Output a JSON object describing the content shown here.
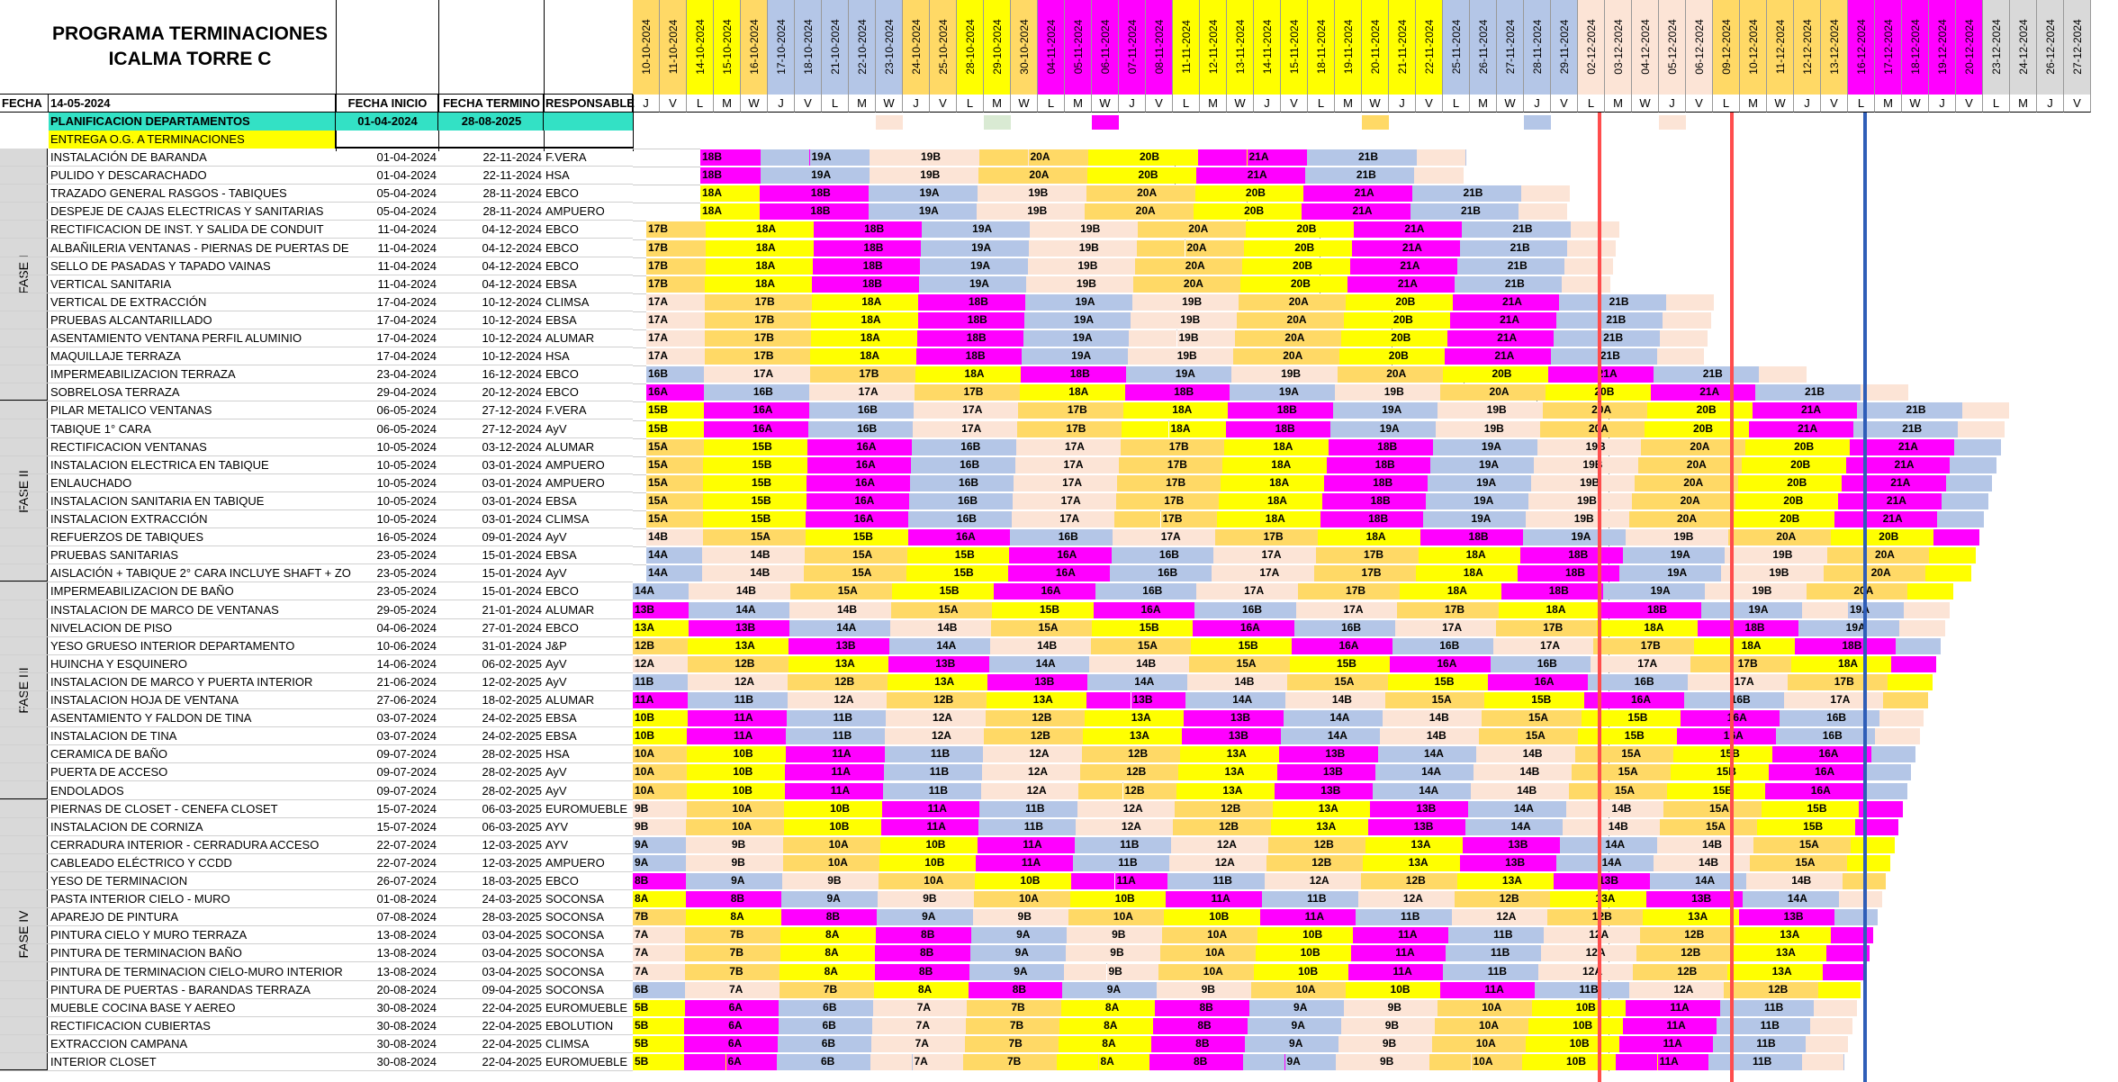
{
  "title1": "PROGRAMA TERMINACIONES",
  "title2": "ICALMA TORRE C",
  "columns": {
    "fecha": "FECHA",
    "date": "14-05-2024",
    "inicio": "FECHA INICIO",
    "termino": "FECHA TERMINO",
    "responsable": "RESPONSABLE"
  },
  "planning": {
    "label": "PLANIFICACION DEPARTAMENTOS",
    "start": "01-04-2024",
    "end": "28-08-2025"
  },
  "entrega": "ENTREGA O.G. A TERMINACIONES",
  "phases": [
    "FASE I",
    "FASE II",
    "FASE III",
    "FASE IV"
  ],
  "tasks": [
    [
      "INSTALACIÓN DE BARANDA",
      "01-04-2024",
      "22-11-2024",
      "F.VERA"
    ],
    [
      "PULIDO Y DESCARACHADO",
      "01-04-2024",
      "22-11-2024",
      "HSA"
    ],
    [
      "TRAZADO GENERAL RASGOS - TABIQUES",
      "05-04-2024",
      "28-11-2024",
      "EBCO"
    ],
    [
      "DESPEJE DE CAJAS ELECTRICAS Y SANITARIAS",
      "05-04-2024",
      "28-11-2024",
      "AMPUERO"
    ],
    [
      "RECTIFICACION DE INST. Y SALIDA DE CONDUIT",
      "11-04-2024",
      "04-12-2024",
      "EBCO"
    ],
    [
      "ALBAÑILERIA VENTANAS - PIERNAS DE PUERTAS DE",
      "11-04-2024",
      "04-12-2024",
      "EBCO"
    ],
    [
      "SELLO DE PASADAS Y TAPADO VAINAS",
      "11-04-2024",
      "04-12-2024",
      "EBCO"
    ],
    [
      "VERTICAL SANITARIA",
      "11-04-2024",
      "04-12-2024",
      "EBSA"
    ],
    [
      "VERTICAL DE EXTRACCIÓN",
      "17-04-2024",
      "10-12-2024",
      "CLIMSA"
    ],
    [
      "PRUEBAS ALCANTARILLADO",
      "17-04-2024",
      "10-12-2024",
      "EBSA"
    ],
    [
      "ASENTAMIENTO VENTANA PERFIL ALUMINIO",
      "17-04-2024",
      "10-12-2024",
      "ALUMAR"
    ],
    [
      "MAQUILLAJE TERRAZA",
      "17-04-2024",
      "10-12-2024",
      "HSA"
    ],
    [
      "IMPERMEABILIZACION TERRAZA",
      "23-04-2024",
      "16-12-2024",
      "EBCO"
    ],
    [
      "SOBRELOSA TERRAZA",
      "29-04-2024",
      "20-12-2024",
      "EBCO"
    ],
    [
      "PILAR METALICO VENTANAS",
      "06-05-2024",
      "27-12-2024",
      "F.VERA"
    ],
    [
      "TABIQUE 1° CARA",
      "06-05-2024",
      "27-12-2024",
      "AyV"
    ],
    [
      "RECTIFICACION VENTANAS",
      "10-05-2024",
      "03-12-2024",
      "ALUMAR"
    ],
    [
      "INSTALACION ELECTRICA EN TABIQUE",
      "10-05-2024",
      "03-01-2024",
      "AMPUERO"
    ],
    [
      "ENLAUCHADO",
      "10-05-2024",
      "03-01-2024",
      "AMPUERO"
    ],
    [
      "INSTALACION SANITARIA EN TABIQUE",
      "10-05-2024",
      "03-01-2024",
      "EBSA"
    ],
    [
      "INSTALACION EXTRACCIÓN",
      "10-05-2024",
      "03-01-2024",
      "CLIMSA"
    ],
    [
      "REFUERZOS DE TABIQUES",
      "16-05-2024",
      "09-01-2024",
      "AyV"
    ],
    [
      "PRUEBAS SANITARIAS",
      "23-05-2024",
      "15-01-2024",
      "EBSA"
    ],
    [
      "AISLACIÓN + TABIQUE 2° CARA INCLUYE SHAFT + ZO",
      "23-05-2024",
      "15-01-2024",
      "AyV"
    ],
    [
      "IMPERMEABILIZACION DE BAÑO",
      "23-05-2024",
      "15-01-2024",
      "EBCO"
    ],
    [
      "INSTALACION DE MARCO DE VENTANAS",
      "29-05-2024",
      "21-01-2024",
      "ALUMAR"
    ],
    [
      "NIVELACION DE PISO",
      "04-06-2024",
      "27-01-2024",
      "EBCO"
    ],
    [
      "YESO GRUESO INTERIOR DEPARTAMENTO",
      "10-06-2024",
      "31-01-2024",
      "J&P"
    ],
    [
      "HUINCHA Y ESQUINERO",
      "14-06-2024",
      "06-02-2025",
      "AyV"
    ],
    [
      "INSTALACION DE MARCO Y PUERTA INTERIOR",
      "21-06-2024",
      "12-02-2025",
      "AyV"
    ],
    [
      "INSTALACION HOJA DE VENTANA",
      "27-06-2024",
      "18-02-2025",
      "ALUMAR"
    ],
    [
      "ASENTAMIENTO Y FALDON DE TINA",
      "03-07-2024",
      "24-02-2025",
      "EBSA"
    ],
    [
      "INSTALACION DE TINA",
      "03-07-2024",
      "24-02-2025",
      "EBSA"
    ],
    [
      "CERAMICA DE BAÑO",
      "09-07-2024",
      "28-02-2025",
      "HSA"
    ],
    [
      "PUERTA DE ACCESO",
      "09-07-2024",
      "28-02-2025",
      "AyV"
    ],
    [
      "ENDOLADOS",
      "09-07-2024",
      "28-02-2025",
      "AyV"
    ],
    [
      "PIERNAS DE CLOSET - CENEFA CLOSET",
      "15-07-2024",
      "06-03-2025",
      "EUROMUEBLE"
    ],
    [
      "INSTALACION DE CORNIZA",
      "15-07-2024",
      "06-03-2025",
      "AYV"
    ],
    [
      "CERRADURA INTERIOR - CERRADURA ACCESO",
      "22-07-2024",
      "12-03-2025",
      "AYV"
    ],
    [
      "CABLEADO ELÉCTRICO Y CCDD",
      "22-07-2024",
      "12-03-2025",
      "AMPUERO"
    ],
    [
      "YESO DE TERMINACION",
      "26-07-2024",
      "18-03-2025",
      "EBCO"
    ],
    [
      "PASTA INTERIOR CIELO - MURO",
      "01-08-2024",
      "24-03-2025",
      "SOCONSA"
    ],
    [
      "APAREJO DE PINTURA",
      "07-08-2024",
      "28-03-2025",
      "SOCONSA"
    ],
    [
      "PINTURA CIELO Y MURO TERRAZA",
      "13-08-2024",
      "03-04-2025",
      "SOCONSA"
    ],
    [
      "PINTURA DE TERMINACION BAÑO",
      "13-08-2024",
      "03-04-2025",
      "SOCONSA"
    ],
    [
      "PINTURA DE TERMINACION CIELO-MURO INTERIOR",
      "13-08-2024",
      "03-04-2025",
      "SOCONSA"
    ],
    [
      "PINTURA DE PUERTAS - BARANDAS TERRAZA",
      "20-08-2024",
      "09-04-2025",
      "SOCONSA"
    ],
    [
      "MUEBLE COCINA BASE Y AEREO",
      "30-08-2024",
      "22-04-2025",
      "EUROMUEBLE"
    ],
    [
      "RECTIFICACION CUBIERTAS",
      "30-08-2024",
      "22-04-2025",
      "EBOLUTION"
    ],
    [
      "EXTRACCION CAMPANA",
      "30-08-2024",
      "22-04-2025",
      "CLIMSA"
    ],
    [
      "INTERIOR CLOSET",
      "30-08-2024",
      "22-04-2025",
      "EUROMUEBLE"
    ]
  ],
  "dates": [
    "10-10-2024",
    "11-10-2024",
    "14-10-2024",
    "15-10-2024",
    "16-10-2024",
    "17-10-2024",
    "18-10-2024",
    "21-10-2024",
    "22-10-2024",
    "23-10-2024",
    "24-10-2024",
    "25-10-2024",
    "28-10-2024",
    "29-10-2024",
    "30-10-2024",
    "04-11-2024",
    "05-11-2024",
    "06-11-2024",
    "07-11-2024",
    "08-11-2024",
    "11-11-2024",
    "12-11-2024",
    "13-11-2024",
    "14-11-2024",
    "15-11-2024",
    "18-11-2024",
    "19-11-2024",
    "20-11-2024",
    "21-11-2024",
    "22-11-2024",
    "25-11-2024",
    "26-11-2024",
    "27-11-2024",
    "28-11-2024",
    "29-11-2024",
    "02-12-2024",
    "03-12-2024",
    "04-12-2024",
    "05-12-2024",
    "06-12-2024",
    "09-12-2024",
    "10-12-2024",
    "11-12-2024",
    "12-12-2024",
    "13-12-2024",
    "16-12-2024",
    "17-12-2024",
    "18-12-2024",
    "19-12-2024",
    "20-12-2024",
    "23-12-2024",
    "24-12-2024",
    "26-12-2024",
    "27-12-2024"
  ],
  "weekdays": [
    "J",
    "V",
    "L",
    "M",
    "W",
    "J",
    "V",
    "L",
    "M",
    "W",
    "J",
    "V",
    "L",
    "M",
    "W",
    "L",
    "M",
    "W",
    "J",
    "V",
    "L",
    "M",
    "W",
    "J",
    "V",
    "L",
    "M",
    "W",
    "J",
    "V",
    "L",
    "M",
    "W",
    "J",
    "V",
    "L",
    "M",
    "W",
    "J",
    "V",
    "L",
    "M",
    "W",
    "J",
    "V",
    "L",
    "M",
    "W",
    "J",
    "V",
    "L",
    "M",
    "J",
    "V"
  ],
  "units": [
    [
      "18B",
      "19A",
      "19B",
      "20A",
      "20B",
      "21A",
      "21B"
    ],
    [
      "18B",
      "19A",
      "19B",
      "20A",
      "20B",
      "21A",
      "21B"
    ],
    [
      "18A",
      "18B",
      "19A",
      "19B",
      "20A",
      "20B",
      "21A",
      "21B"
    ],
    [
      "18A",
      "18B",
      "19A",
      "19B",
      "20A",
      "20B",
      "21A",
      "21B"
    ],
    [
      "17B",
      "18A",
      "18B",
      "19A",
      "19B",
      "20A",
      "20B",
      "21A",
      "21B"
    ],
    [
      "17B",
      "18A",
      "18B",
      "19A",
      "19B",
      "20A",
      "20B",
      "21A",
      "21B"
    ],
    [
      "17B",
      "18A",
      "18B",
      "19A",
      "19B",
      "20A",
      "20B",
      "21A",
      "21B"
    ],
    [
      "17B",
      "18A",
      "18B",
      "19A",
      "19B",
      "20A",
      "20B",
      "21A",
      "21B"
    ],
    [
      "17A",
      "17B",
      "18A",
      "18B",
      "19A",
      "19B",
      "20A",
      "20B",
      "21A",
      "21B"
    ],
    [
      "17A",
      "17B",
      "18A",
      "18B",
      "19A",
      "19B",
      "20A",
      "20B",
      "21A",
      "21B"
    ],
    [
      "17A",
      "17B",
      "18A",
      "18B",
      "19A",
      "19B",
      "20A",
      "20B",
      "21A",
      "21B"
    ],
    [
      "17A",
      "17B",
      "18A",
      "18B",
      "19A",
      "19B",
      "20A",
      "20B",
      "21A",
      "21B"
    ],
    [
      "16B",
      "17A",
      "17B",
      "18A",
      "18B",
      "19A",
      "19B",
      "20A",
      "20B",
      "21A",
      "21B"
    ],
    [
      "16A",
      "16B",
      "17A",
      "17B",
      "18A",
      "18B",
      "19A",
      "19B",
      "20A",
      "20B",
      "21A",
      "21B"
    ],
    [
      "15B",
      "16A",
      "16B",
      "17A",
      "17B",
      "18A",
      "18B",
      "19A",
      "19B",
      "20A",
      "20B",
      "21A",
      "21B"
    ],
    [
      "15B",
      "16A",
      "16B",
      "17A",
      "17B",
      "18A",
      "18B",
      "19A",
      "19B",
      "20A",
      "20B",
      "21A",
      "21B"
    ],
    [
      "15A",
      "15B",
      "16A",
      "16B",
      "17A",
      "17B",
      "18A",
      "18B",
      "19A",
      "19B",
      "20A",
      "20B",
      "21A"
    ],
    [
      "15A",
      "15B",
      "16A",
      "16B",
      "17A",
      "17B",
      "18A",
      "18B",
      "19A",
      "19B",
      "20A",
      "20B",
      "21A"
    ],
    [
      "15A",
      "15B",
      "16A",
      "16B",
      "17A",
      "17B",
      "18A",
      "18B",
      "19A",
      "19B",
      "20A",
      "20B",
      "21A"
    ],
    [
      "15A",
      "15B",
      "16A",
      "16B",
      "17A",
      "17B",
      "18A",
      "18B",
      "19A",
      "19B",
      "20A",
      "20B",
      "21A"
    ],
    [
      "15A",
      "15B",
      "16A",
      "16B",
      "17A",
      "17B",
      "18A",
      "18B",
      "19A",
      "19B",
      "20A",
      "20B",
      "21A"
    ],
    [
      "14B",
      "15A",
      "15B",
      "16A",
      "16B",
      "17A",
      "17B",
      "18A",
      "18B",
      "19A",
      "19B",
      "20A",
      "20B"
    ],
    [
      "14A",
      "14B",
      "15A",
      "15B",
      "16A",
      "16B",
      "17A",
      "17B",
      "18A",
      "18B",
      "19A",
      "19B",
      "20A"
    ],
    [
      "14A",
      "14B",
      "15A",
      "15B",
      "16A",
      "16B",
      "17A",
      "17B",
      "18A",
      "18B",
      "19A",
      "19B",
      "20A"
    ],
    [
      "14A",
      "14B",
      "15A",
      "15B",
      "16A",
      "16B",
      "17A",
      "17B",
      "18A",
      "18B",
      "19A",
      "19B",
      "20A"
    ],
    [
      "13B",
      "14A",
      "14B",
      "15A",
      "15B",
      "16A",
      "16B",
      "17A",
      "17B",
      "18A",
      "18B",
      "19A",
      "19A"
    ],
    [
      "13A",
      "13B",
      "14A",
      "14B",
      "15A",
      "15B",
      "16A",
      "16B",
      "17A",
      "17B",
      "18A",
      "18B",
      "19A"
    ],
    [
      "12B",
      "13A",
      "13B",
      "14A",
      "14B",
      "15A",
      "15B",
      "16A",
      "16B",
      "17A",
      "17B",
      "18A",
      "18B"
    ],
    [
      "12A",
      "12B",
      "13A",
      "13B",
      "14A",
      "14B",
      "15A",
      "15B",
      "16A",
      "16B",
      "17A",
      "17B",
      "18A"
    ],
    [
      "11B",
      "12A",
      "12B",
      "13A",
      "13B",
      "14A",
      "14B",
      "15A",
      "15B",
      "16A",
      "16B",
      "17A",
      "17B"
    ],
    [
      "11A",
      "11B",
      "12A",
      "12B",
      "13A",
      "13B",
      "14A",
      "14B",
      "15A",
      "15B",
      "16A",
      "16B",
      "17A"
    ],
    [
      "10B",
      "11A",
      "11B",
      "12A",
      "12B",
      "13A",
      "13B",
      "14A",
      "14B",
      "15A",
      "15B",
      "16A",
      "16B"
    ],
    [
      "10B",
      "11A",
      "11B",
      "12A",
      "12B",
      "13A",
      "13B",
      "14A",
      "14B",
      "15A",
      "15B",
      "16A",
      "16B"
    ],
    [
      "10A",
      "10B",
      "11A",
      "11B",
      "12A",
      "12B",
      "13A",
      "13B",
      "14A",
      "14B",
      "15A",
      "15B",
      "16A"
    ],
    [
      "10A",
      "10B",
      "11A",
      "11B",
      "12A",
      "12B",
      "13A",
      "13B",
      "14A",
      "14B",
      "15A",
      "15B",
      "16A"
    ],
    [
      "10A",
      "10B",
      "11A",
      "11B",
      "12A",
      "12B",
      "13A",
      "13B",
      "14A",
      "14B",
      "15A",
      "15B",
      "16A"
    ],
    [
      "9B",
      "10A",
      "10B",
      "11A",
      "11B",
      "12A",
      "12B",
      "13A",
      "13B",
      "14A",
      "14B",
      "15A",
      "15B"
    ],
    [
      "9B",
      "10A",
      "10B",
      "11A",
      "11B",
      "12A",
      "12B",
      "13A",
      "13B",
      "14A",
      "14B",
      "15A",
      "15B"
    ],
    [
      "9A",
      "9B",
      "10A",
      "10B",
      "11A",
      "11B",
      "12A",
      "12B",
      "13A",
      "13B",
      "14A",
      "14B",
      "15A"
    ],
    [
      "9A",
      "9B",
      "10A",
      "10B",
      "11A",
      "11B",
      "12A",
      "12B",
      "13A",
      "13B",
      "14A",
      "14B",
      "15A"
    ],
    [
      "8B",
      "9A",
      "9B",
      "10A",
      "10B",
      "11A",
      "11B",
      "12A",
      "12B",
      "13A",
      "13B",
      "14A",
      "14B"
    ],
    [
      "8A",
      "8B",
      "9A",
      "9B",
      "10A",
      "10B",
      "11A",
      "11B",
      "12A",
      "12B",
      "13A",
      "13B",
      "14A"
    ],
    [
      "7B",
      "8A",
      "8B",
      "9A",
      "9B",
      "10A",
      "10B",
      "11A",
      "11B",
      "12A",
      "12B",
      "13A",
      "13B"
    ],
    [
      "7A",
      "7B",
      "8A",
      "8B",
      "9A",
      "9B",
      "10A",
      "10B",
      "11A",
      "11B",
      "12A",
      "12B",
      "13A"
    ],
    [
      "7A",
      "7B",
      "8A",
      "8B",
      "9A",
      "9B",
      "10A",
      "10B",
      "11A",
      "11B",
      "12A",
      "12B",
      "13A"
    ],
    [
      "7A",
      "7B",
      "8A",
      "8B",
      "9A",
      "9B",
      "10A",
      "10B",
      "11A",
      "11B",
      "12A",
      "12B",
      "13A"
    ],
    [
      "6B",
      "7A",
      "7B",
      "8A",
      "8B",
      "9A",
      "9B",
      "10A",
      "10B",
      "11A",
      "11B",
      "12A",
      "12B"
    ],
    [
      "5B",
      "6A",
      "6B",
      "7A",
      "7B",
      "8A",
      "8B",
      "9A",
      "9B",
      "10A",
      "10B",
      "11A",
      "11B"
    ],
    [
      "5B",
      "6A",
      "6B",
      "7A",
      "7B",
      "8A",
      "8B",
      "9A",
      "9B",
      "10A",
      "10B",
      "11A",
      "11B"
    ],
    [
      "5B",
      "6A",
      "6B",
      "7A",
      "7B",
      "8A",
      "8B",
      "9A",
      "9B",
      "10A",
      "10B",
      "11A",
      "11B"
    ],
    [
      "5B",
      "6A",
      "6B",
      "7A",
      "7B",
      "8A",
      "8B",
      "9A",
      "9B",
      "10A",
      "10B",
      "11A",
      "11B"
    ]
  ],
  "colors": {
    "yellow": "#ffff00",
    "orange": "#ffd966",
    "magenta": "#ff00ff",
    "blue": "#b4c6e7",
    "peach": "#fce4d6",
    "cyan": "#33e1c5",
    "red": "#ff4d4d",
    "darkblue": "#2f5eb8",
    "gray": "#d9d9d9"
  }
}
